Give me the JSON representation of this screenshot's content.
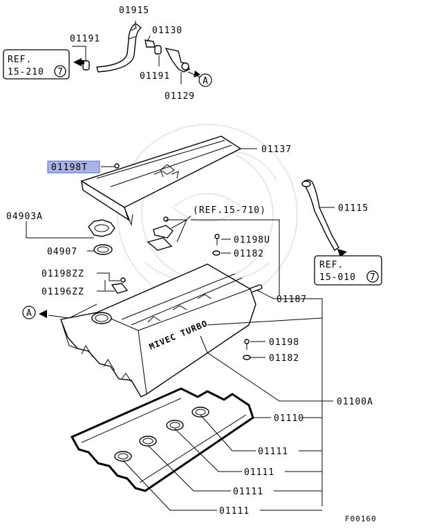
{
  "figure_code": "F00160",
  "highlight_color": "#a9b3e6",
  "callouts": {
    "c01915": "01915",
    "c01191_top": "01191",
    "c01130": "01130",
    "c01191_mid": "01191",
    "c01129": "01129",
    "c01137": "01137",
    "c01198T": "01198T",
    "c04903A": "04903A",
    "c04907": "04907",
    "c01198ZZ": "01198ZZ",
    "c01196ZZ": "01196ZZ",
    "ref_15_710": "(REF.15-710)",
    "c01198U": "01198U",
    "c01182_a": "01182",
    "c01115": "01115",
    "c01187": "01187",
    "c01198": "01198",
    "c01182_b": "01182",
    "c01100A": "01100A",
    "c01110": "01110",
    "c01111_a": "01111",
    "c01111_b": "01111",
    "c01111_c": "01111",
    "c01111_d": "01111"
  },
  "ref_boxes": {
    "left": {
      "line1": "REF.",
      "line2": "15-210",
      "num": "7"
    },
    "right": {
      "line1": "REF.",
      "line2": "15-010",
      "num": "7"
    }
  },
  "markers": {
    "a_top": "A",
    "a_left": "A"
  },
  "cover_text": "MIVEC TURBO"
}
